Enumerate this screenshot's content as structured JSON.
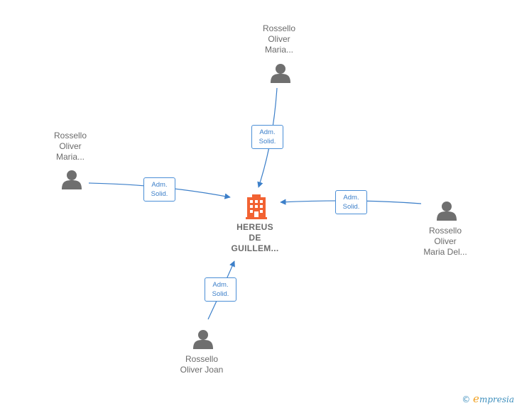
{
  "company": {
    "name_lines": [
      "HEREUS",
      "DE",
      "GUILLEM..."
    ],
    "icon": "building-icon",
    "color": "#f26232"
  },
  "persons": [
    {
      "lines": [
        "Rossello",
        "Oliver",
        "Maria..."
      ],
      "icon": "person-icon"
    },
    {
      "lines": [
        "Rossello",
        "Oliver",
        "Maria..."
      ],
      "icon": "person-icon"
    },
    {
      "lines": [
        "Rossello",
        "Oliver",
        "Maria Del..."
      ],
      "icon": "person-icon"
    },
    {
      "lines": [
        "Rossello",
        "Oliver Joan"
      ],
      "icon": "person-icon"
    }
  ],
  "relations": [
    {
      "lines": [
        "Adm.",
        "Solid."
      ]
    },
    {
      "lines": [
        "Adm.",
        "Solid."
      ]
    },
    {
      "lines": [
        "Adm.",
        "Solid."
      ]
    },
    {
      "lines": [
        "Adm.",
        "Solid."
      ]
    }
  ],
  "colors": {
    "edge": "#3c7fc9",
    "person": "#6f6f6f",
    "text": "#6b6b6b"
  },
  "watermark": {
    "symbol": "©",
    "brand_initial": "e",
    "brand_rest": "mpresia"
  }
}
